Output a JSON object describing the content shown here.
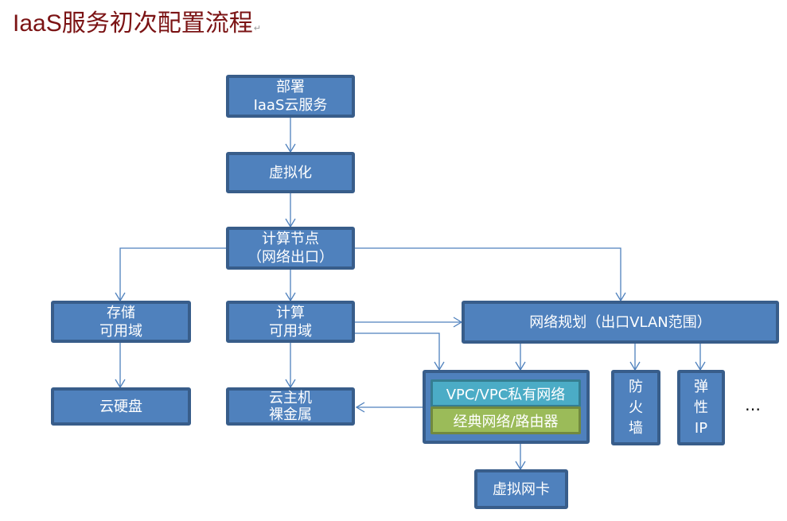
{
  "title": "IaaS服务初次配置流程",
  "title_mark": "↵",
  "colors": {
    "node_fill": "#4f81bd",
    "node_border": "#385d8a",
    "connector": "#4f81bd",
    "title": "#7b1314",
    "vpc_fill": "#4bacc6",
    "classic_fill": "#9bbb59"
  },
  "nodes": {
    "deploy": [
      "部署",
      "IaaS云服务"
    ],
    "virtualization": [
      "虚拟化"
    ],
    "compute_node": [
      "计算节点",
      "（网络出口）"
    ],
    "storage_az": [
      "存储",
      "可用域"
    ],
    "compute_az": [
      "计算",
      "可用域"
    ],
    "network_planning": [
      "网络规划（出口VLAN范围）"
    ],
    "cloud_disk": [
      "云硬盘"
    ],
    "cloud_host": [
      "云主机",
      "裸金属"
    ],
    "network_group": {
      "vpc": "VPC/VPC私有网络",
      "classic": "经典网络/路由器"
    },
    "firewall": [
      "防",
      "火",
      "墙"
    ],
    "elastic_ip": [
      "弹",
      "性",
      "IP"
    ],
    "vnic": [
      "虚拟网卡"
    ],
    "more": "…"
  },
  "edges": [
    {
      "from": "deploy",
      "to": "virtualization"
    },
    {
      "from": "virtualization",
      "to": "compute_node"
    },
    {
      "from": "compute_node",
      "to": "storage_az"
    },
    {
      "from": "compute_node",
      "to": "compute_az"
    },
    {
      "from": "compute_node",
      "to": "network_planning"
    },
    {
      "from": "storage_az",
      "to": "cloud_disk"
    },
    {
      "from": "compute_az",
      "to": "cloud_host"
    },
    {
      "from": "compute_az",
      "to": "network_planning"
    },
    {
      "from": "compute_az",
      "to": "network_group"
    },
    {
      "from": "network_planning",
      "to": "network_group"
    },
    {
      "from": "network_planning",
      "to": "firewall"
    },
    {
      "from": "network_planning",
      "to": "elastic_ip"
    },
    {
      "from": "network_group",
      "to": "cloud_host"
    },
    {
      "from": "network_group",
      "to": "vnic"
    }
  ]
}
